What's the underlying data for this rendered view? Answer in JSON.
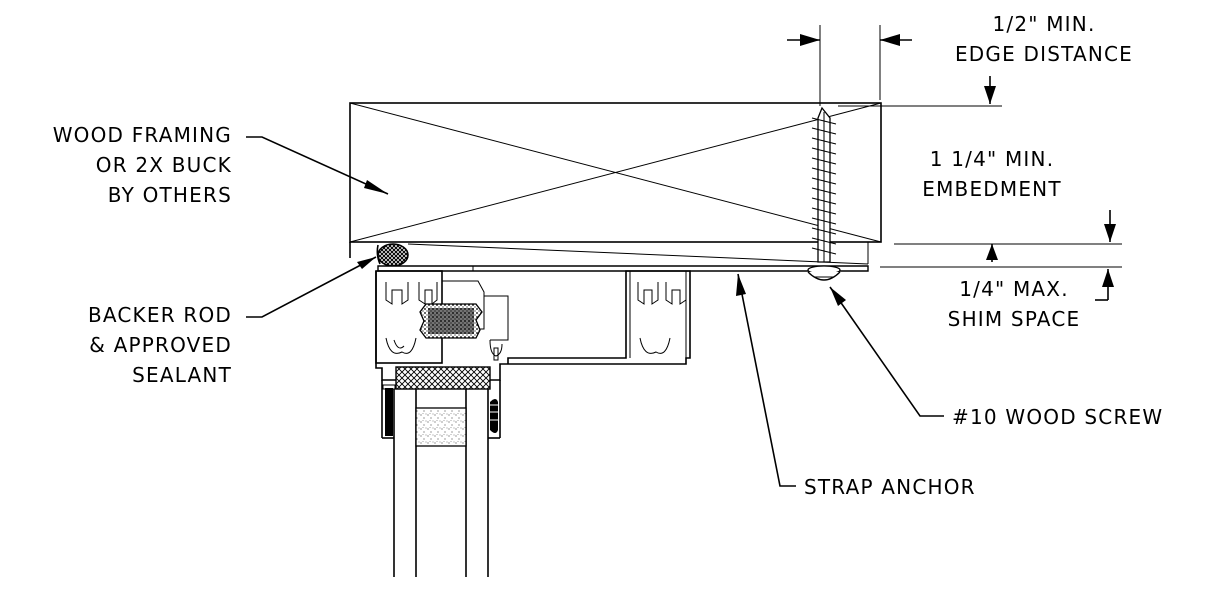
{
  "labels": {
    "wood_framing": [
      "WOOD FRAMING",
      "OR 2X BUCK",
      "BY OTHERS"
    ],
    "backer_rod": [
      "BACKER ROD",
      "& APPROVED",
      "SEALANT"
    ],
    "edge_distance": [
      "1/2\" MIN.",
      "EDGE DISTANCE"
    ],
    "embedment": [
      "1 1/4\" MIN.",
      "EMBEDMENT"
    ],
    "shim_space": [
      "1/4\" MAX.",
      "SHIM SPACE"
    ],
    "wood_screw": "#10 WOOD SCREW",
    "strap_anchor": "STRAP ANCHOR"
  }
}
